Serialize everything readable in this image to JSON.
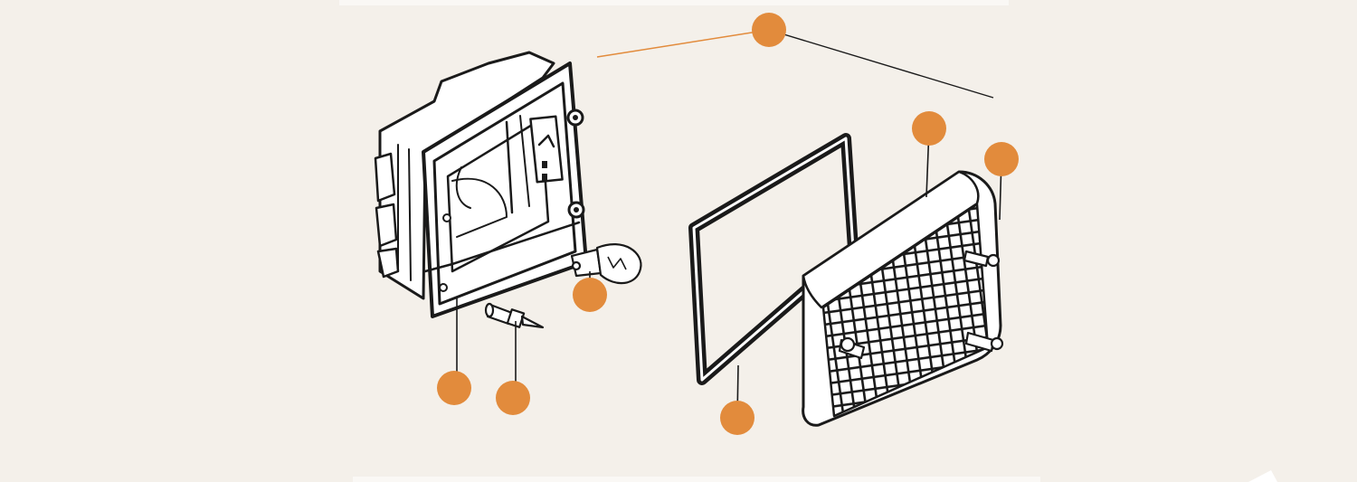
{
  "diagram": {
    "kind": "exploded-view",
    "accent_color": "#e28b3c",
    "line_color": "#1a1a1a",
    "background_color": "#f4f0ea",
    "parts": [
      {
        "id": "housing",
        "name": "lamp-housing"
      },
      {
        "id": "bulb",
        "name": "bulb"
      },
      {
        "id": "screw",
        "name": "screw"
      },
      {
        "id": "gasket",
        "name": "gasket"
      },
      {
        "id": "lens",
        "name": "lens"
      }
    ],
    "callouts": [
      {
        "id": "assembly",
        "label": ""
      },
      {
        "id": "housing",
        "label": ""
      },
      {
        "id": "screw",
        "label": ""
      },
      {
        "id": "bulb",
        "label": ""
      },
      {
        "id": "gasket",
        "label": ""
      },
      {
        "id": "lens",
        "label": ""
      },
      {
        "id": "lens-screw",
        "label": ""
      }
    ]
  }
}
